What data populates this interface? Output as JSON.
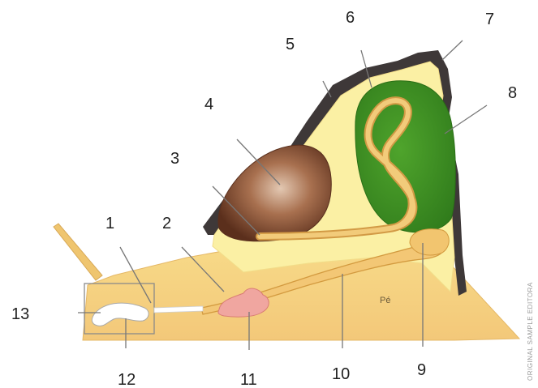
{
  "diagram": {
    "labels": {
      "l1": "1",
      "l2": "2",
      "l3": "3",
      "l4": "4",
      "l5": "5",
      "l6": "6",
      "l7": "7",
      "l8": "8",
      "l9": "9",
      "l10": "10",
      "l11": "11",
      "l12": "12",
      "l13": "13"
    },
    "inner_label": "Pé",
    "credit": "ORIGINAL SAMPLE EDITORA"
  },
  "colors": {
    "body": "#f6d27e",
    "body_light": "#f8e08f",
    "shell_fill": "#fbf0a4",
    "shell_outline": "#3e3838",
    "lung": "#7c4a2e",
    "gland": "#3e8f24",
    "gut": "#e9b35a",
    "ganglion": "#f0a6a0"
  }
}
